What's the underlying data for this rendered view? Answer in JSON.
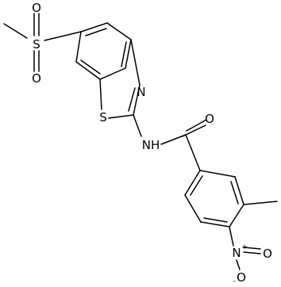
{
  "molecule": {
    "atoms": {
      "s_sulfonyl": "S",
      "o_sulfonyl_top": "O",
      "o_sulfonyl_bottom": "O",
      "s_thiazole": "S",
      "n_thiazole": "N",
      "nh_amide": "NH",
      "o_carbonyl": "O",
      "n_nitro": "N",
      "n_nitro_charge": "+",
      "o_nitro_right": "O",
      "o_nitro_bottom": "O",
      "o_nitro_charge": "-"
    }
  }
}
